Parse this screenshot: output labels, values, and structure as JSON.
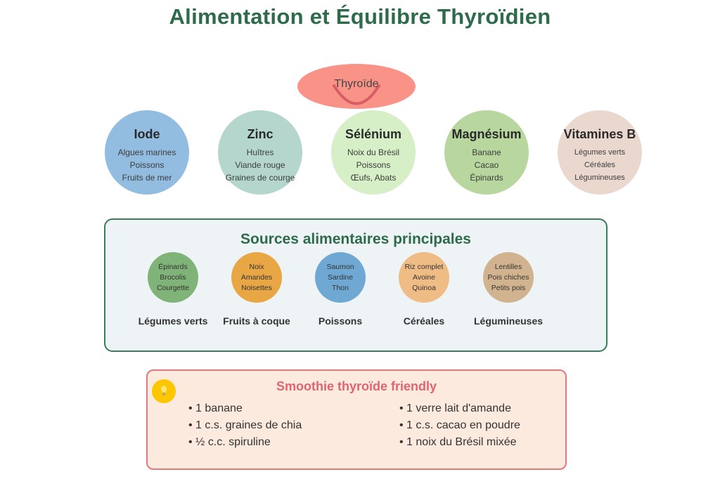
{
  "title": "Alimentation et Équilibre Thyroïdien",
  "thyroid": {
    "label": "Thyroïde",
    "color": "#f99388"
  },
  "nutrients": [
    {
      "name": "Iode",
      "color": "#92bde0",
      "foods": [
        "Algues marines",
        "Poissons",
        "Fruits de mer"
      ]
    },
    {
      "name": "Zinc",
      "color": "#b5d6cd",
      "foods": [
        "Huîtres",
        "Viande rouge",
        "Graines de courge"
      ]
    },
    {
      "name": "Sélénium",
      "color": "#d6efc6",
      "foods": [
        "Noix du Brésil",
        "Poissons",
        "Œufs, Abats"
      ]
    },
    {
      "name": "Magnésium",
      "color": "#b8d79e",
      "foods": [
        "Banane",
        "Cacao",
        "Épinards"
      ]
    },
    {
      "name": "Vitamines B",
      "color": "#ead8cf",
      "foods": [
        "Légumes verts",
        "Céréales",
        "Légumineuses"
      ]
    }
  ],
  "sources": {
    "title": "Sources alimentaires principales",
    "items": [
      {
        "label": "Légumes verts",
        "color": "#80b377",
        "foods": [
          "Épinards",
          "Brocolis",
          "Courgette"
        ]
      },
      {
        "label": "Fruits à coque",
        "color": "#e9a645",
        "foods": [
          "Noix",
          "Amandes",
          "Noisettes"
        ]
      },
      {
        "label": "Poissons",
        "color": "#6fa8d3",
        "foods": [
          "Saumon",
          "Sardine",
          "Thon"
        ]
      },
      {
        "label": "Céréales",
        "color": "#f0bc86",
        "foods": [
          "Riz complet",
          "Avoine",
          "Quinoa"
        ]
      },
      {
        "label": "Légumineuses",
        "color": "#d1b48f",
        "foods": [
          "Lentilles",
          "Pois chiches",
          "Petits pois"
        ]
      }
    ]
  },
  "smoothie": {
    "title": "Smoothie thyroïde friendly",
    "icon": "lightbulb-icon",
    "left": [
      "• 1 banane",
      "• 1 c.s. graines de chia",
      "• ½ c.c. spiruline"
    ],
    "right": [
      "• 1 verre lait d'amande",
      "• 1 c.s. cacao en poudre",
      "• 1 noix du Brésil mixée"
    ]
  }
}
